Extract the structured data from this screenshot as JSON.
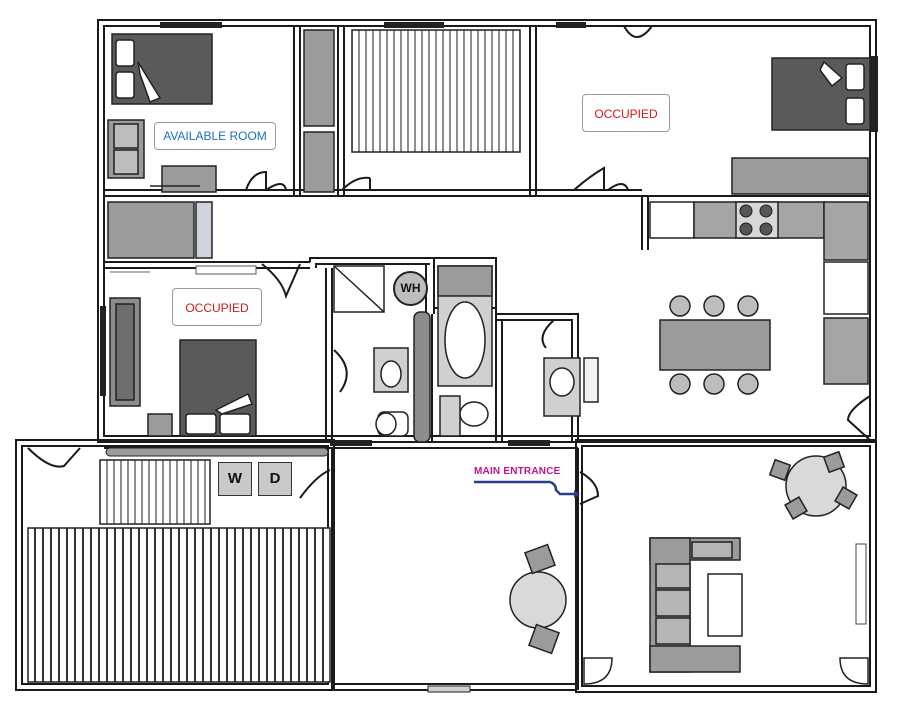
{
  "labels": {
    "available_room": "AVAILABLE ROOM",
    "occupied_1": "OCCUPIED",
    "occupied_2": "OCCUPIED",
    "main_entrance": "MAIN ENTRANCE",
    "water_heater": "WH",
    "washer": "W",
    "dryer": "D"
  },
  "colors": {
    "wall": "#1a1a1a",
    "furniture": "#9b9b9b",
    "furniture_dark": "#5a5a5a",
    "counter": "#a5a5a5",
    "available": "#1a6fc4",
    "occupied": "#d11a1a",
    "entrance": "#c0148c",
    "path": "#2a3e8c"
  }
}
